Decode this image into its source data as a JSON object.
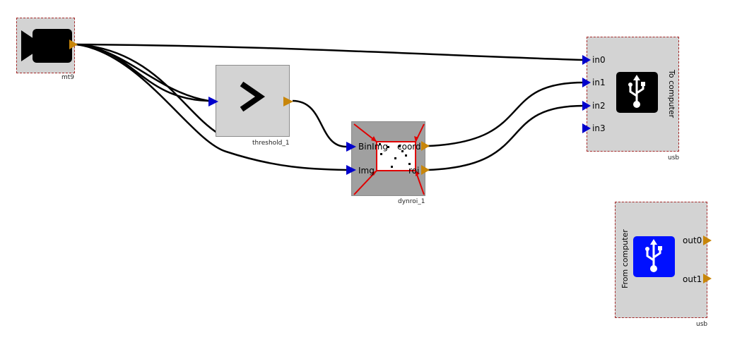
{
  "blocks": {
    "camera": {
      "caption": "mt9",
      "icon": "video-camera-icon"
    },
    "threshold": {
      "caption": "threshold_1",
      "icon": "greater-than-icon"
    },
    "dynroi": {
      "caption": "dynroi_1",
      "icon": "region-of-interest-icon",
      "inputs": [
        "BinImg",
        "Img"
      ],
      "outputs": [
        "coord",
        "roi"
      ]
    },
    "usb_to_computer": {
      "caption": "usb",
      "title": "To computer",
      "icon": "usb-icon",
      "inputs": [
        "in0",
        "in1",
        "in2",
        "in3"
      ]
    },
    "usb_from_computer": {
      "caption": "usb",
      "title": "From computer",
      "icon": "usb-icon",
      "outputs": [
        "out0",
        "out1"
      ]
    }
  },
  "colors": {
    "block_fill": "#d3d3d3",
    "dynroi_fill": "#a0a0a0",
    "input_port": "#0000cc",
    "output_port": "#c8860a",
    "dashed_border": "#a52a2a",
    "usb_to_icon_bg": "#000000",
    "usb_from_icon_bg": "#0010ff",
    "roi_red": "#e00000"
  }
}
